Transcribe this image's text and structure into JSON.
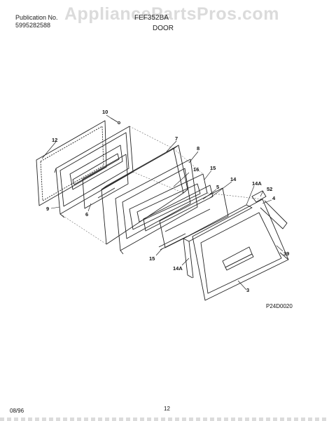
{
  "header": {
    "publication_label": "Publication No.",
    "publication_number": "5995282588",
    "model": "FEF352BA",
    "section_title": "DOOR"
  },
  "watermark": "AppliancePartsPros.com",
  "callouts": [
    "10",
    "12",
    "7",
    "8",
    "16",
    "15",
    "14",
    "5",
    "14A",
    "52",
    "4",
    "39",
    "3",
    "14A",
    "15",
    "6",
    "9"
  ],
  "diagram_code": "P24D0020",
  "footer": {
    "date": "08/96",
    "page_number": "12"
  }
}
